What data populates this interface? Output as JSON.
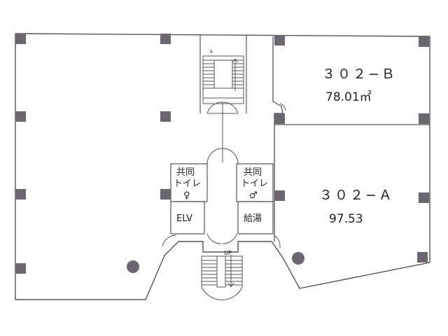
{
  "rooms": {
    "unit_b": {
      "name": "３０２−Ｂ",
      "area": "78.01㎡"
    },
    "unit_a": {
      "name": "３０２−Ａ",
      "area": "97.53"
    },
    "toilet_f": {
      "line1": "共同",
      "line2": "トイレ",
      "symbol": "♀"
    },
    "toilet_m": {
      "line1": "共同",
      "line2": "トイレ",
      "symbol": "♂"
    },
    "elevator": {
      "label": "ELV"
    },
    "kitchenette": {
      "label": "給湯"
    }
  },
  "stairs": {
    "top_marker": "6",
    "bottom_up": "UP"
  },
  "colors": {
    "line": "#555555",
    "column": "#6b6670"
  }
}
